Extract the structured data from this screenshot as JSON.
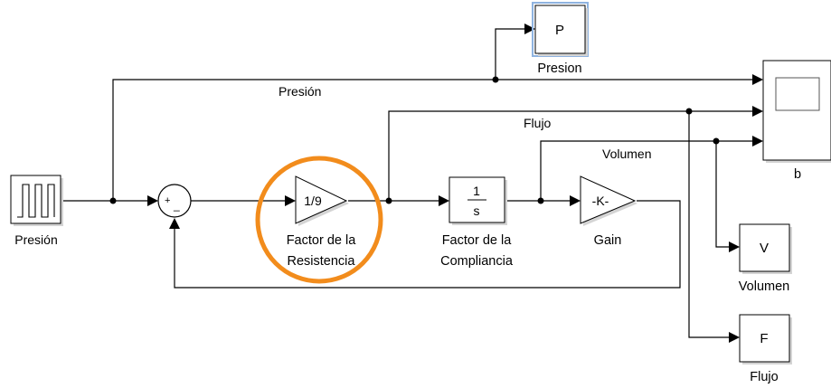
{
  "blocks": {
    "source": {
      "label": "Presión"
    },
    "sum": {
      "plus_sign": "+",
      "minus_sign": "_"
    },
    "gain_resistance": {
      "value": "1/9",
      "label_line1": "Factor de la",
      "label_line2": "Resistencia"
    },
    "integrator": {
      "numerator": "1",
      "denominator": "s",
      "label_line1": "Factor de la",
      "label_line2": "Compliancia"
    },
    "gain_k": {
      "value": "-K-",
      "label": "Gain"
    },
    "goto_p": {
      "symbol": "P",
      "label": "Presion"
    },
    "goto_v": {
      "symbol": "V",
      "label": "Volumen"
    },
    "goto_f": {
      "symbol": "F",
      "label": "Flujo"
    },
    "scope": {
      "label": "b"
    }
  },
  "signals": {
    "presion": "Presión",
    "flujo": "Flujo",
    "volumen": "Volumen"
  },
  "highlight": {
    "color": "#F28C1C",
    "target": "gain_resistance"
  },
  "selection_color": "#8fb3e0"
}
